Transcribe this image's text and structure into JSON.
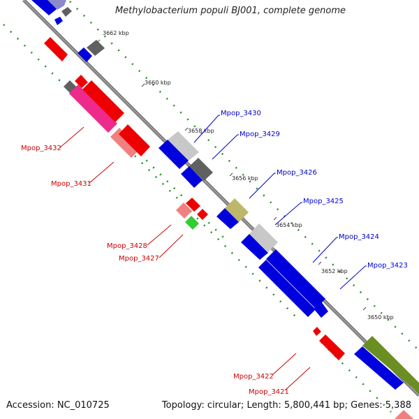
{
  "title": "Methylobacterium populi BJ001, complete genome",
  "accession": "Accession: NC_010725",
  "summary": "Topology: circular; Length: 5,800,441 bp; Genes: 5,388",
  "ticks": [
    {
      "label": "3662 kbp"
    },
    {
      "label": "3660 kbp"
    },
    {
      "label": "3658 kbp"
    },
    {
      "label": "3656 kbp"
    },
    {
      "label": "3654 kbp"
    },
    {
      "label": "3652 kbp"
    },
    {
      "label": "3650 kbp"
    }
  ],
  "gene_labels": [
    {
      "text": "Mpop_3430",
      "color": "#0000cc"
    },
    {
      "text": "Mpop_3429",
      "color": "#0000cc"
    },
    {
      "text": "Mpop_3426",
      "color": "#0000cc"
    },
    {
      "text": "Mpop_3425",
      "color": "#0000cc"
    },
    {
      "text": "Mpop_3424",
      "color": "#0000cc"
    },
    {
      "text": "Mpop_3423",
      "color": "#0000cc"
    },
    {
      "text": "Mpop_3432",
      "color": "#cc0000"
    },
    {
      "text": "Mpop_3431",
      "color": "#cc0000"
    },
    {
      "text": "Mpop_3428",
      "color": "#cc0000"
    },
    {
      "text": "Mpop_3427",
      "color": "#cc0000"
    },
    {
      "text": "Mpop_3422",
      "color": "#cc0000"
    },
    {
      "text": "Mpop_3421",
      "color": "#cc0000"
    }
  ],
  "colors": {
    "backbone": "#8c8c8c",
    "forward_cds": "#0000dd",
    "reverse_cds": "#ee0000",
    "grey_feature": "#606060",
    "light_grey_feature": "#c8c8c8",
    "pink_feature": "#ee2a8a",
    "light_red_feature": "#f08080",
    "olive_feature": "#6b8e23",
    "khaki_feature": "#bdb76b",
    "green_feature": "#33cc33",
    "gc_skew_dots": "#228b22"
  }
}
